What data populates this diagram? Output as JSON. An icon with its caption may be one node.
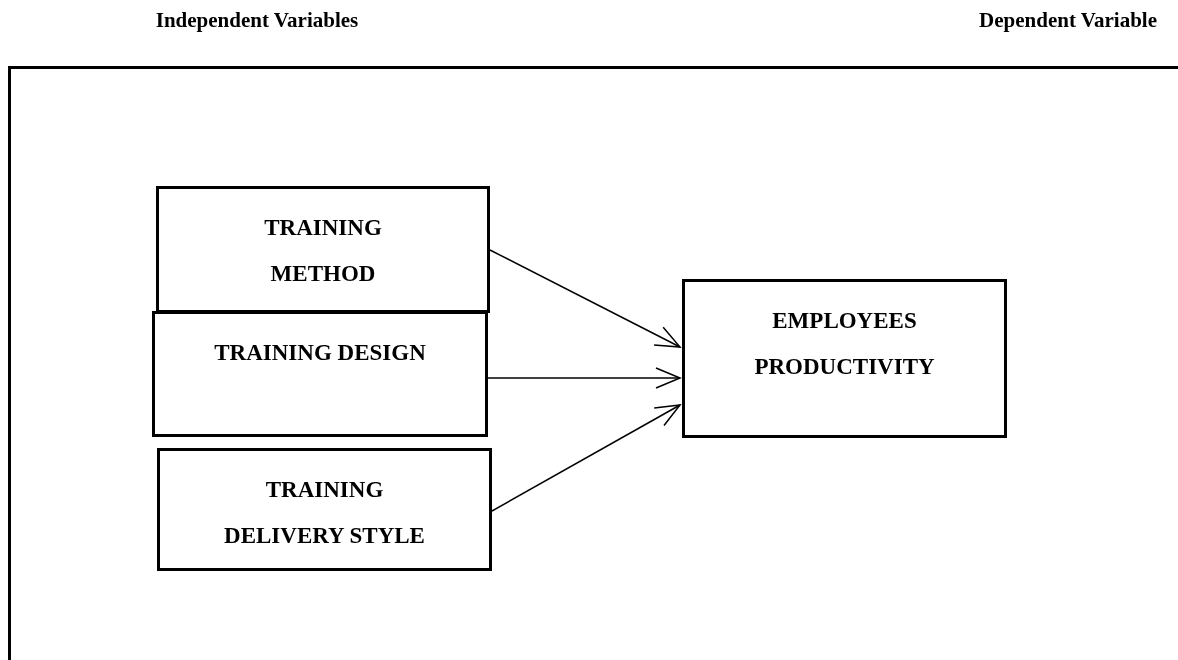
{
  "diagram": {
    "nodes": [
      {
        "text": [
          "TRAINING METHOD"
        ]
      },
      {
        "text": [
          "TRAINING DESIGN"
        ]
      },
      {
        "text": [
          "TRAINING DELIVERY STYLE"
        ]
      },
      {
        "text": [
          "EMPLOYEES PRODUCTIVITY"
        ]
      }
    ],
    "edges": [
      {
        "from": 0,
        "to": 3,
        "arrow": "to"
      },
      {
        "from": 1,
        "to": 3,
        "arrow": "to"
      },
      {
        "from": 2,
        "to": 3,
        "arrow": "to"
      }
    ],
    "labels": [
      "Independent Variables",
      "Dependent Variable"
    ]
  }
}
